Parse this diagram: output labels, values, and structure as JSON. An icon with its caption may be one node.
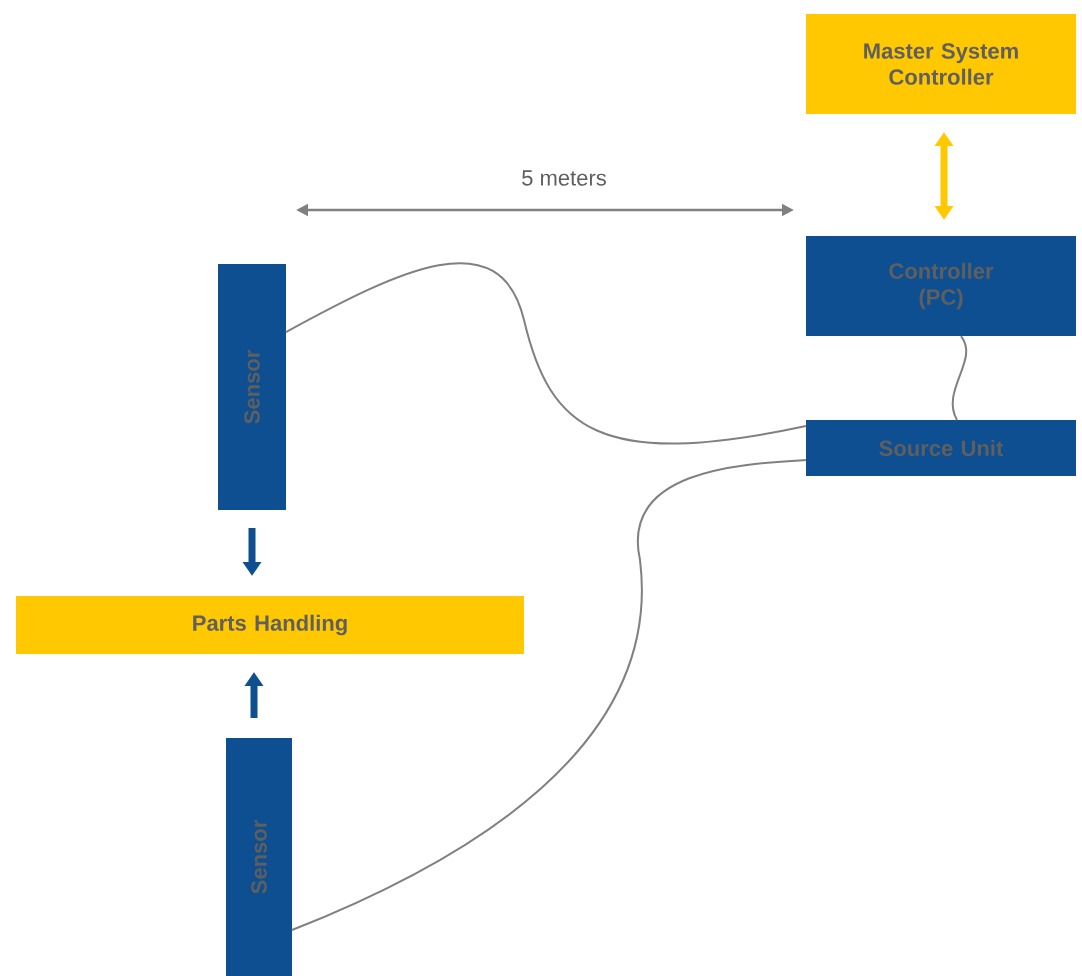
{
  "diagram": {
    "nodes": [
      {
        "text": [
          "Master System Controller"
        ]
      },
      {
        "text": [
          "Controller (PC)"
        ]
      },
      {
        "text": [
          "Sensor"
        ]
      },
      {
        "text": [
          "Source Unit"
        ]
      },
      {
        "text": [
          "Parts Handling"
        ]
      },
      {
        "text": [
          "Sensor"
        ]
      }
    ],
    "edges": [
      {
        "from": 0,
        "to": 1,
        "arrow": "both",
        "style": "thick",
        "color": "#ffc800"
      },
      {
        "from": 1,
        "to": 3,
        "arrow": "none"
      },
      {
        "from": 2,
        "to": 3,
        "arrow": "none"
      },
      {
        "from": 5,
        "to": 3,
        "arrow": "none"
      },
      {
        "from": 2,
        "to": 4,
        "arrow": "to",
        "style": "thick",
        "color": "#0d4f8f"
      },
      {
        "from": 5,
        "to": 4,
        "arrow": "to",
        "style": "thick",
        "color": "#0d4f8f"
      }
    ],
    "labels": [
      "5 meters"
    ]
  }
}
